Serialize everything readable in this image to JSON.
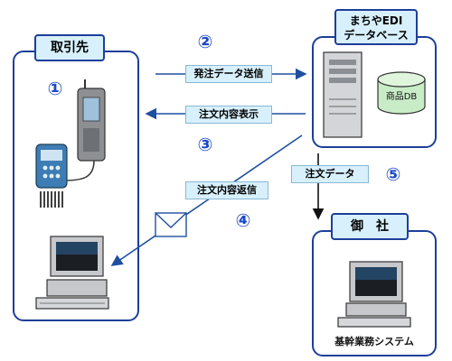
{
  "panels": {
    "partner": {
      "title": "取引先"
    },
    "edi": {
      "title_line1": "まちやEDI",
      "title_line2": "データベース",
      "db_label": "商品DB"
    },
    "company": {
      "title": "御　社",
      "system_label": "基幹業務システム"
    }
  },
  "steps": {
    "s1": {
      "num": "①"
    },
    "s2": {
      "num": "②",
      "label": "発注データ送信"
    },
    "s3": {
      "num": "③",
      "label": "注文内容表示"
    },
    "s4": {
      "num": "④",
      "label": "注文内容返信"
    },
    "s5": {
      "num": "⑤",
      "label": "注文データ"
    }
  },
  "colors": {
    "border": "#1d3f9a",
    "title_fill": "#d7f0fb",
    "arrow": "#1e4fa0",
    "number": "#1d49c6"
  }
}
